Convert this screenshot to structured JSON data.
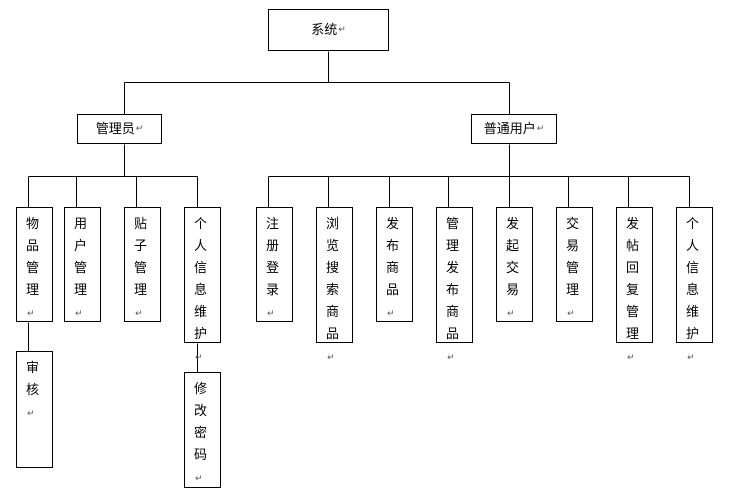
{
  "diagram": {
    "root": "系统",
    "admin": {
      "label": "管理员",
      "children": [
        "物品管理",
        "用户管理",
        "贴子管理",
        "个人信息维护"
      ],
      "grandchildren": {
        "item_mgmt": "审核",
        "personal_info": "修改密码"
      }
    },
    "user": {
      "label": "普通用户",
      "children": [
        "注册登录",
        "浏览搜索商品",
        "发布商品",
        "管理发布商品",
        "发起交易",
        "交易管理",
        "发帖回复管理",
        "个人信息维护"
      ]
    }
  },
  "paragraph_mark": "↵"
}
